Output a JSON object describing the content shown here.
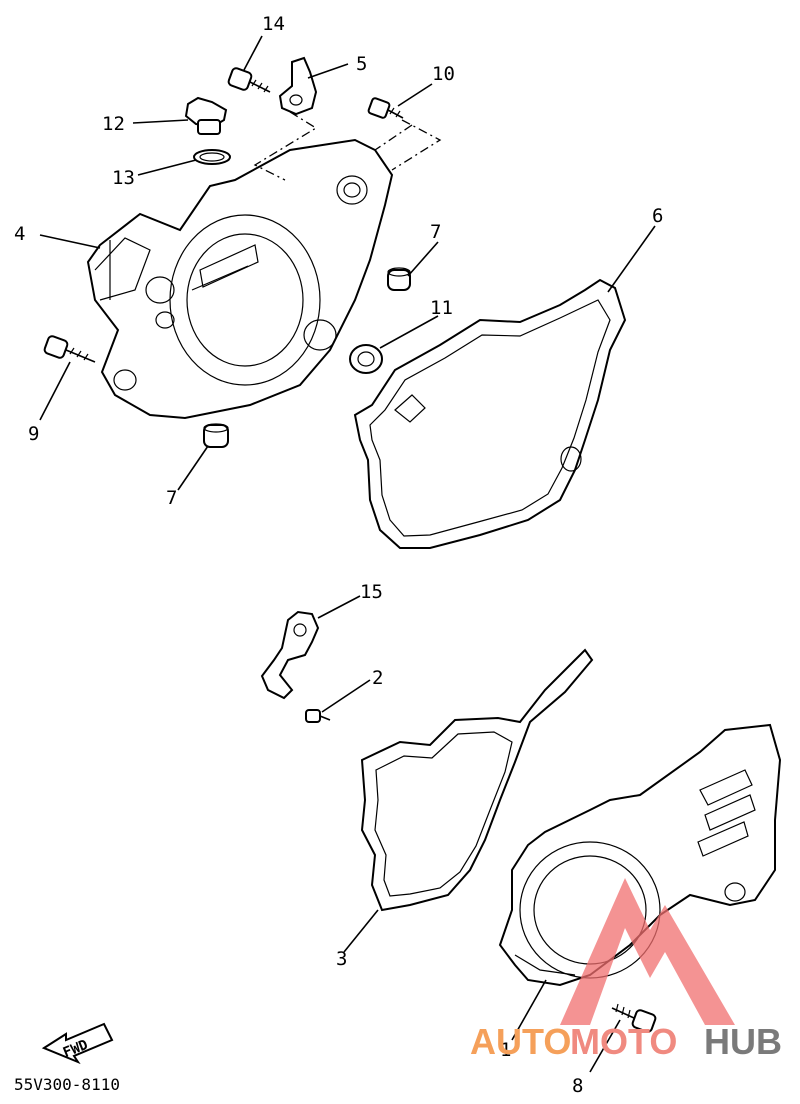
{
  "diagram": {
    "part_number": "55V300-8110",
    "direction_label": "FWD",
    "callouts": [
      "1",
      "2",
      "3",
      "4",
      "5",
      "6",
      "7",
      "7",
      "8",
      "9",
      "10",
      "11",
      "12",
      "13",
      "14",
      "15"
    ],
    "watermark": {
      "text_a": "AUTO",
      "text_b": "MOTO",
      "text_c": "HUB",
      "color_a": "#f5a05a",
      "color_b": "#f08a80",
      "color_c": "#7a7a7a",
      "logo_color": "#f06f6f"
    }
  }
}
